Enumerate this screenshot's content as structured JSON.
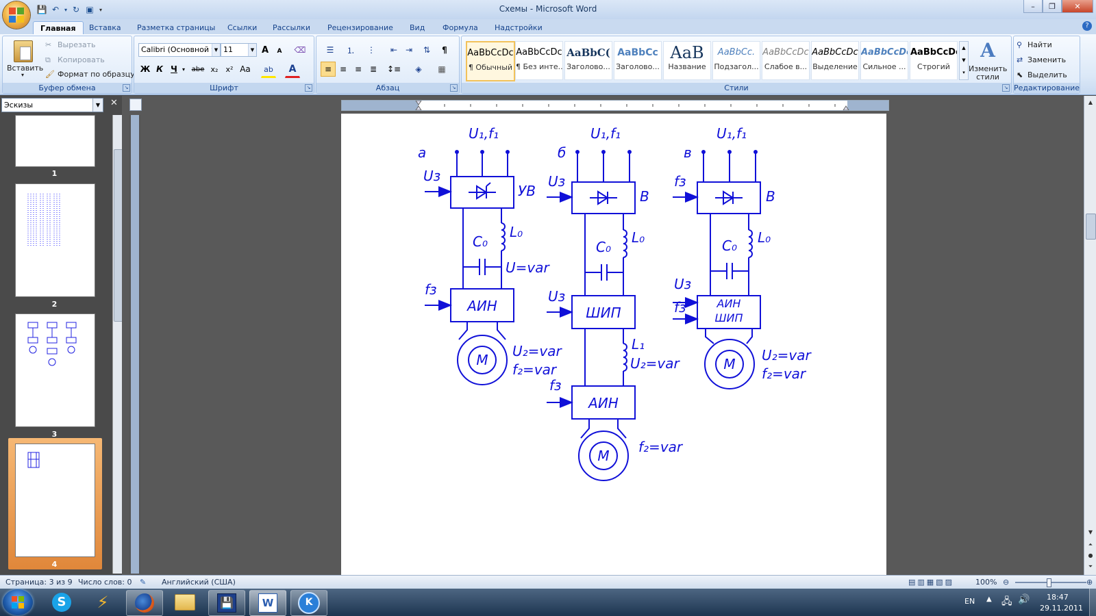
{
  "window": {
    "title": "Схемы - Microsoft Word",
    "controls": [
      "–",
      "❐",
      "✕"
    ]
  },
  "ribbon_tabs": [
    "Главная",
    "Вставка",
    "Разметка страницы",
    "Ссылки",
    "Рассылки",
    "Рецензирование",
    "Вид",
    "Формула",
    "Надстройки"
  ],
  "clipboard": {
    "paste": "Вставить",
    "cut": "Вырезать",
    "copy": "Копировать",
    "format_painter": "Формат по образцу",
    "label": "Буфер обмена"
  },
  "font": {
    "family": "Calibri (Основной те",
    "size": "11",
    "label": "Шрифт",
    "bold": "Ж",
    "italic": "К",
    "underline": "Ч",
    "strike": "abe",
    "sub": "x₂",
    "sup": "x²",
    "case": "Aa",
    "grow": "A",
    "shrink": "A"
  },
  "paragraph": {
    "label": "Абзац",
    "pilcrow": "¶"
  },
  "styles": {
    "label": "Стили",
    "change": "Изменить стили",
    "items": [
      {
        "sample": "AaBbCcDc",
        "name": "¶ Обычный"
      },
      {
        "sample": "AaBbCcDc",
        "name": "¶ Без инте..."
      },
      {
        "sample": "AaBbC(",
        "name": "Заголово..."
      },
      {
        "sample": "AaBbCc",
        "name": "Заголово..."
      },
      {
        "sample": "AaB",
        "name": "Название"
      },
      {
        "sample": "AaBbCc.",
        "name": "Подзагол..."
      },
      {
        "sample": "AaBbCcDc",
        "name": "Слабое в..."
      },
      {
        "sample": "AaBbCcDc",
        "name": "Выделение"
      },
      {
        "sample": "AaBbCcDc",
        "name": "Сильное ..."
      },
      {
        "sample": "AaBbCcDc",
        "name": "Строгий"
      }
    ]
  },
  "editing": {
    "find": "Найти",
    "replace": "Заменить",
    "select": "Выделить",
    "label": "Редактирование"
  },
  "left_pane": {
    "view": "Эскизы",
    "pages": [
      "1",
      "2",
      "3",
      "4"
    ]
  },
  "diagram": {
    "a": {
      "letter": "а",
      "supply": "U₁,f₁",
      "uz": "Uз",
      "rectifier_label": "УВ",
      "L0": "L₀",
      "C0": "C₀",
      "dc": "U=var",
      "fz": "fз",
      "inverter": "АИН",
      "motor": "M",
      "u2": "U₂=var",
      "f2": "f₂=var"
    },
    "b": {
      "letter": "б",
      "supply": "U₁,f₁",
      "uz": "Uз",
      "rectifier_label": "В",
      "L0": "L₀",
      "C0": "C₀",
      "uz2": "Uз",
      "chopper": "ШИП",
      "L1": "L₁",
      "u2": "U₂=var",
      "fz": "fз",
      "inverter": "АИН",
      "motor": "M",
      "f2": "f₂=var"
    },
    "c": {
      "letter": "в",
      "supply": "U₁,f₁",
      "fz": "fз",
      "rectifier_label": "В",
      "L0": "L₀",
      "C0": "C₀",
      "uz": "Uз",
      "fz2": "fз",
      "inverter": "АИН",
      "chopper": "ШИП",
      "motor": "M",
      "u2": "U₂=var",
      "f2": "f₂=var"
    }
  },
  "status": {
    "page": "Страница: 3 из 9",
    "words": "Число слов: 0",
    "language": "Английский (США)",
    "zoom": "100%"
  },
  "tray": {
    "lang": "EN",
    "time": "18:47",
    "date": "29.11.2011"
  },
  "colors": {
    "diagram": "#1010d8",
    "selected_thumb": "#e8903f"
  }
}
